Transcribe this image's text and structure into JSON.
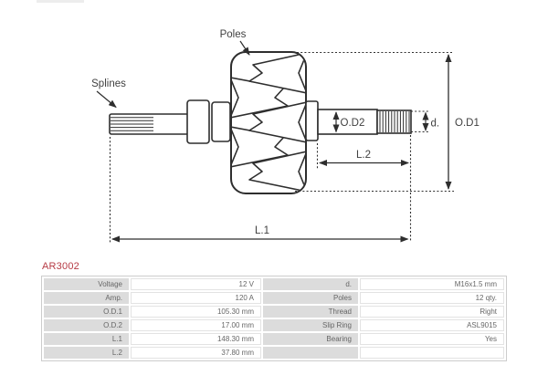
{
  "part": {
    "number": "AR3002"
  },
  "colors": {
    "accent": "#b63a44",
    "line": "#2e2e2e",
    "table_label_bg": "#dcdcdc"
  },
  "diagram": {
    "labels": {
      "poles": "Poles",
      "splines": "Splines",
      "od2": "O.D2",
      "d": "d.",
      "od1": "O.D1",
      "l2": "L.2",
      "l1": "L.1"
    }
  },
  "table": {
    "rows": [
      {
        "c0": "Voltage",
        "c1": "12 V",
        "c2": "d.",
        "c3": "M16x1.5 mm"
      },
      {
        "c0": "Amp.",
        "c1": "120 A",
        "c2": "Poles",
        "c3": "12 qty."
      },
      {
        "c0": "O.D.1",
        "c1": "105.30 mm",
        "c2": "Thread",
        "c3": "Right"
      },
      {
        "c0": "O.D.2",
        "c1": "17.00 mm",
        "c2": "Slip Ring",
        "c3": "ASL9015"
      },
      {
        "c0": "L.1",
        "c1": "148.30 mm",
        "c2": "Bearing",
        "c3": "Yes"
      },
      {
        "c0": "L.2",
        "c1": "37.80 mm",
        "c2": "",
        "c3": ""
      }
    ]
  }
}
